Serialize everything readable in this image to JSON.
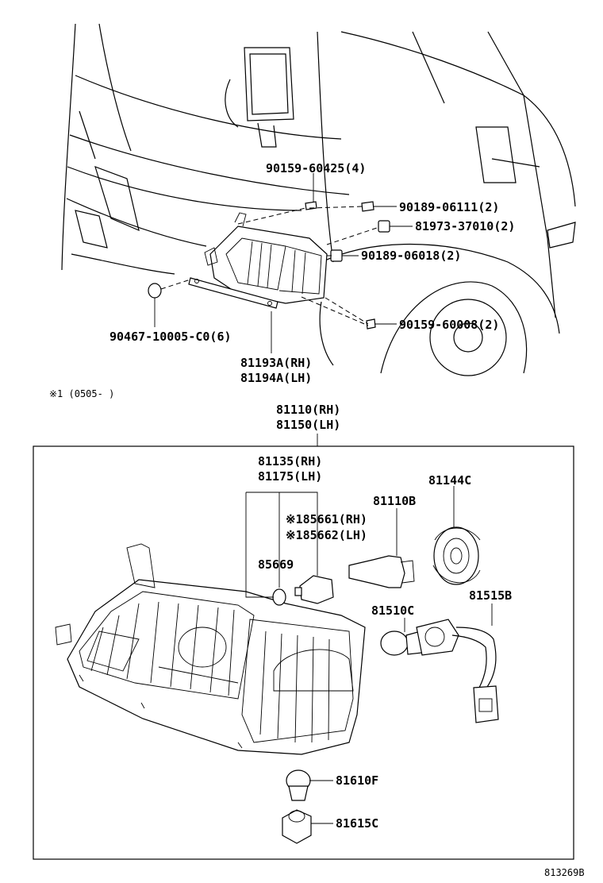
{
  "diagram_id": "813269B",
  "note": "※1  (0505-      )",
  "parts": {
    "p90159_60425": "90159-60425(4)",
    "p90189_06111": "90189-06111(2)",
    "p81973_37010": "81973-37010(2)",
    "p90189_06018": "90189-06018(2)",
    "p90159_60008": "90159-60008(2)",
    "p90467_10005": "90467-10005-C0(6)",
    "p81193A": "81193A(RH)",
    "p81194A": "81194A(LH)",
    "p81110": "81110(RH)",
    "p81150": "81150(LH)",
    "p81135": "81135(RH)",
    "p81175": "81175(LH)",
    "p81144C": "81144C",
    "p81110B": "81110B",
    "p85661": "※185661(RH)",
    "p85662": "※185662(LH)",
    "p85669": "85669",
    "p81515B": "81515B",
    "p81510C": "81510C",
    "p81610F": "81610F",
    "p81615C": "81615C"
  }
}
